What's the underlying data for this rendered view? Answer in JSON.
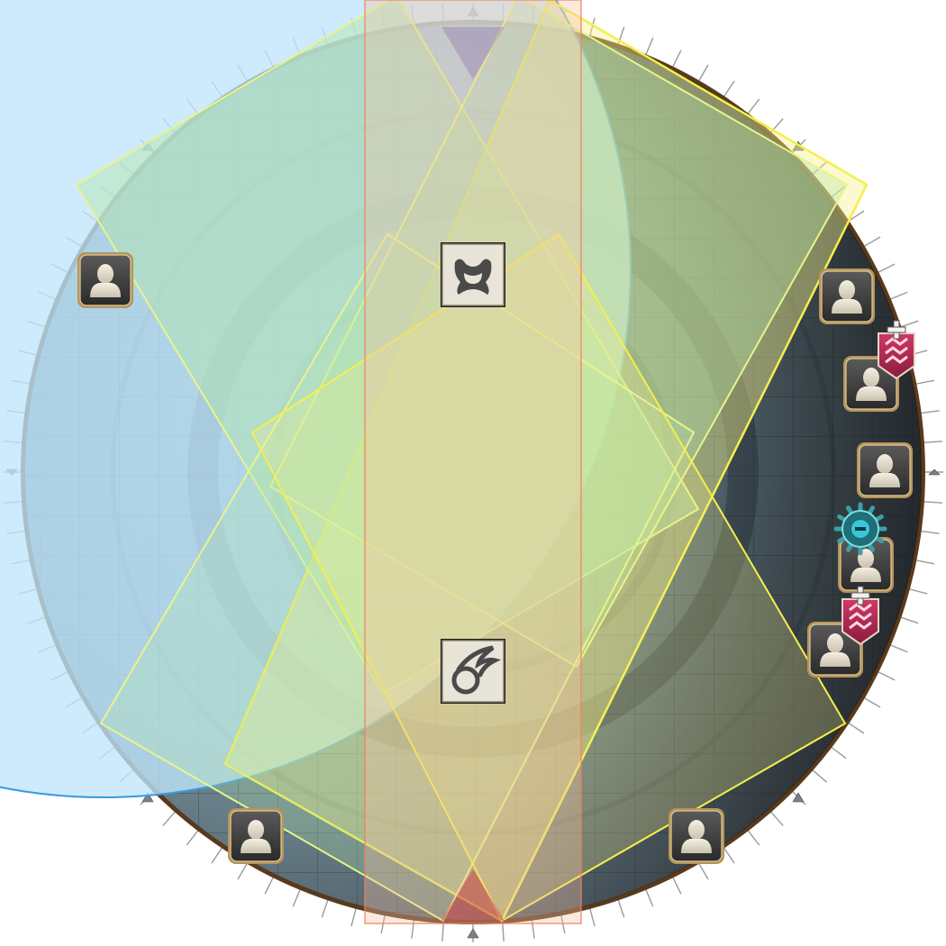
{
  "arena": {
    "style": "stone-tiled circular arena with tick-mark rim",
    "colors": {
      "floor_light": "#8aa3ad",
      "floor_dark": "#2f3339",
      "rim": "#6a4a2a",
      "tick": "#9a9a9a",
      "marker": "#7a8088"
    }
  },
  "aoe": {
    "circle": {
      "color": "#bfe6fb",
      "stroke": "#3a9be0"
    },
    "cross_rects": {
      "color": "#b4e6a8",
      "stroke": "#e6f58a"
    },
    "yellow_rects": {
      "color": "#fff3a0",
      "stroke": "#f4f04a"
    },
    "center_strip": {
      "color": "#f7b98c",
      "stroke": "#f08060"
    }
  },
  "markers": {
    "top_icon": {
      "icon": "horned-helmet-icon"
    },
    "bottom_icon": {
      "icon": "comet-icon"
    }
  },
  "players": [
    {
      "role": "party-member",
      "debuffs": []
    },
    {
      "role": "party-member",
      "debuffs": []
    },
    {
      "role": "party-member",
      "debuffs": [
        "lightning-debuff-icon"
      ]
    },
    {
      "role": "party-member",
      "debuffs": []
    },
    {
      "role": "party-member",
      "debuffs": [
        "gear-debuff-icon"
      ]
    },
    {
      "role": "party-member",
      "debuffs": [
        "lightning-debuff-icon"
      ]
    },
    {
      "role": "party-member",
      "debuffs": []
    },
    {
      "role": "party-member",
      "debuffs": []
    }
  ]
}
